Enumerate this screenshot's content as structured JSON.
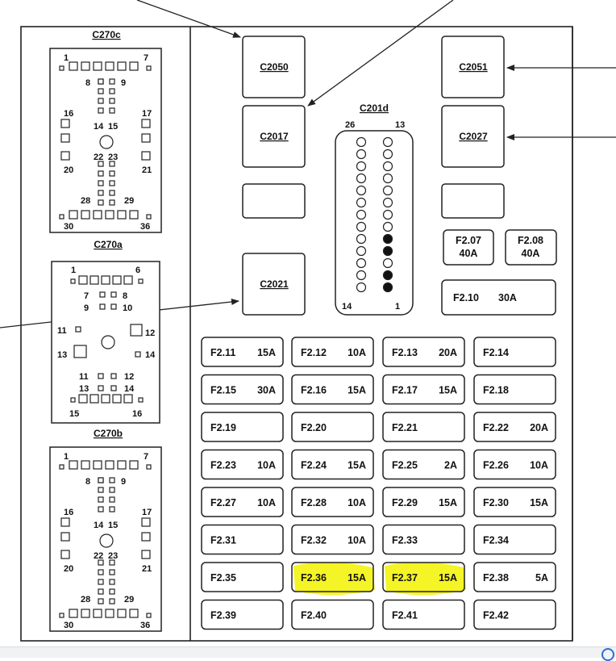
{
  "diagram": {
    "left_connectors": [
      {
        "id": "c270c",
        "label": "C270c",
        "variant": "large"
      },
      {
        "id": "c270a",
        "label": "C270a",
        "variant": "small"
      },
      {
        "id": "c270b",
        "label": "C270b",
        "variant": "large"
      }
    ],
    "large_pin_labels": {
      "p1": "1",
      "p7": "7",
      "p8": "8",
      "p9": "9",
      "p16": "16",
      "p17": "17",
      "p14": "14",
      "p15": "15",
      "p22": "22",
      "p23": "23",
      "p20": "20",
      "p21": "21",
      "p28": "28",
      "p29": "29",
      "p30": "30",
      "p36": "36"
    },
    "small_pin_labels": {
      "p1": "1",
      "p6": "6",
      "p7": "7",
      "p8": "8",
      "p9": "9",
      "p10": "10",
      "p11": "11",
      "p12": "12",
      "p13": "13",
      "p14": "14",
      "p11b": "11",
      "p12b": "12",
      "p13b": "13",
      "p14b": "14",
      "p15": "15",
      "p16": "16"
    },
    "relay_connectors": [
      {
        "id": "c2050",
        "label": "C2050"
      },
      {
        "id": "c2017",
        "label": "C2017"
      },
      {
        "id": "c2021",
        "label": "C2021"
      },
      {
        "id": "c2051",
        "label": "C2051"
      },
      {
        "id": "c2027",
        "label": "C2027"
      }
    ],
    "c201d": {
      "label": "C201d",
      "pin_26": "26",
      "pin_13": "13",
      "pin_14": "14",
      "pin_1": "1",
      "filled_right_rows": [
        8,
        9,
        11,
        12
      ]
    },
    "top_fuses": [
      {
        "id": "f207",
        "name": "F2.07",
        "amp": "40A"
      },
      {
        "id": "f208",
        "name": "F2.08",
        "amp": "40A"
      }
    ],
    "fuse_f210": {
      "name": "F2.10",
      "amp": "30A"
    },
    "fuses": [
      {
        "name": "F2.11",
        "amp": "15A"
      },
      {
        "name": "F2.12",
        "amp": "10A"
      },
      {
        "name": "F2.13",
        "amp": "20A"
      },
      {
        "name": "F2.14",
        "amp": ""
      },
      {
        "name": "F2.15",
        "amp": "30A"
      },
      {
        "name": "F2.16",
        "amp": "15A"
      },
      {
        "name": "F2.17",
        "amp": "15A"
      },
      {
        "name": "F2.18",
        "amp": ""
      },
      {
        "name": "F2.19",
        "amp": ""
      },
      {
        "name": "F2.20",
        "amp": ""
      },
      {
        "name": "F2.21",
        "amp": ""
      },
      {
        "name": "F2.22",
        "amp": "20A"
      },
      {
        "name": "F2.23",
        "amp": "10A"
      },
      {
        "name": "F2.24",
        "amp": "15A"
      },
      {
        "name": "F2.25",
        "amp": "2A"
      },
      {
        "name": "F2.26",
        "amp": "10A"
      },
      {
        "name": "F2.27",
        "amp": "10A"
      },
      {
        "name": "F2.28",
        "amp": "10A"
      },
      {
        "name": "F2.29",
        "amp": "15A"
      },
      {
        "name": "F2.30",
        "amp": "15A"
      },
      {
        "name": "F2.31",
        "amp": ""
      },
      {
        "name": "F2.32",
        "amp": "10A"
      },
      {
        "name": "F2.33",
        "amp": ""
      },
      {
        "name": "F2.34",
        "amp": ""
      },
      {
        "name": "F2.35",
        "amp": ""
      },
      {
        "name": "F2.36",
        "amp": "15A"
      },
      {
        "name": "F2.37",
        "amp": "15A"
      },
      {
        "name": "F2.38",
        "amp": "5A"
      },
      {
        "name": "F2.39",
        "amp": ""
      },
      {
        "name": "F2.40",
        "amp": ""
      },
      {
        "name": "F2.41",
        "amp": ""
      },
      {
        "name": "F2.42",
        "amp": ""
      }
    ],
    "highlighted_fuses": [
      "F2.36",
      "F2.37"
    ],
    "highlight_color": "#f3f200",
    "line_color": "#222222"
  }
}
